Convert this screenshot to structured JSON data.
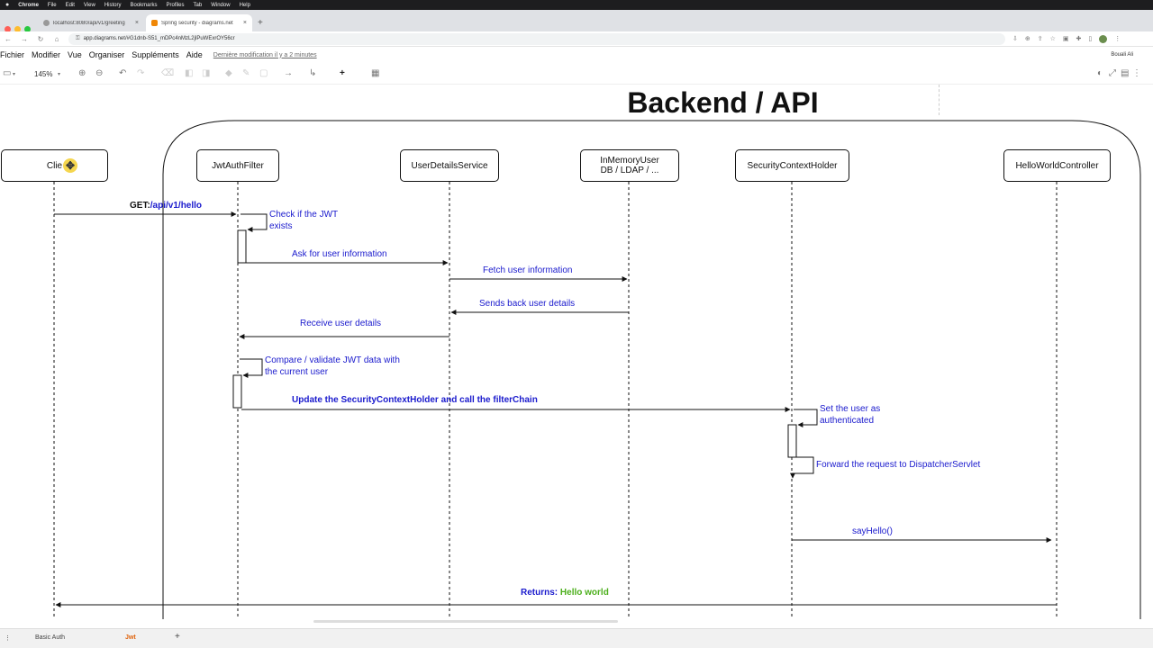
{
  "mac_menu": [
    "Chrome",
    "File",
    "Edit",
    "View",
    "History",
    "Bookmarks",
    "Profiles",
    "Tab",
    "Window",
    "Help"
  ],
  "browser": {
    "tabs": [
      {
        "title": "localhost:8080/api/v1/greeting",
        "active": false
      },
      {
        "title": "Spring security - diagrams.net",
        "active": true
      }
    ],
    "url": "app.diagrams.net/#G1dnb-S51_mDPc4nMzL2jlPuWExrOY56cr"
  },
  "app": {
    "menu": [
      "Fichier",
      "Modifier",
      "Vue",
      "Organiser",
      "Suppléments",
      "Aide"
    ],
    "last_modified": "Dernière modification il y a 2 minutes",
    "user": "Bouali Ali",
    "zoom": "145%"
  },
  "diagram": {
    "title": "Backend / API",
    "actors": [
      "Client",
      "JwtAuthFilter",
      "UserDetailsService",
      "InMemoryUser DB / LDAP / ...",
      "SecurityContextHolder",
      "HelloWorldController"
    ],
    "client_visible": "Clie",
    "get_prefix": "GET:",
    "get_path": "/api/v1/hello",
    "note_check": "Check if the JWT exists",
    "msg_ask": "Ask for user information",
    "msg_fetch": "Fetch user information",
    "msg_sends_back": "Sends back user details",
    "msg_receive": "Receive user details",
    "note_compare": "Compare / validate JWT data with the current user",
    "msg_update": "Update the SecurityContextHolder and call the filterChain",
    "note_set_user": "Set the user as authenticated",
    "note_forward": "Forward the request to DispatcherServlet",
    "msg_say_hello": "sayHello()",
    "returns_label": "Returns:",
    "returns_value": "Hello world"
  },
  "sheets": [
    {
      "label": "Basic Auth",
      "active": false
    },
    {
      "label": "Jwt",
      "active": true
    }
  ],
  "colors": {
    "message": "#1a1acd",
    "returns_value": "#4caf1c",
    "sheet_active": "#e0640e"
  }
}
